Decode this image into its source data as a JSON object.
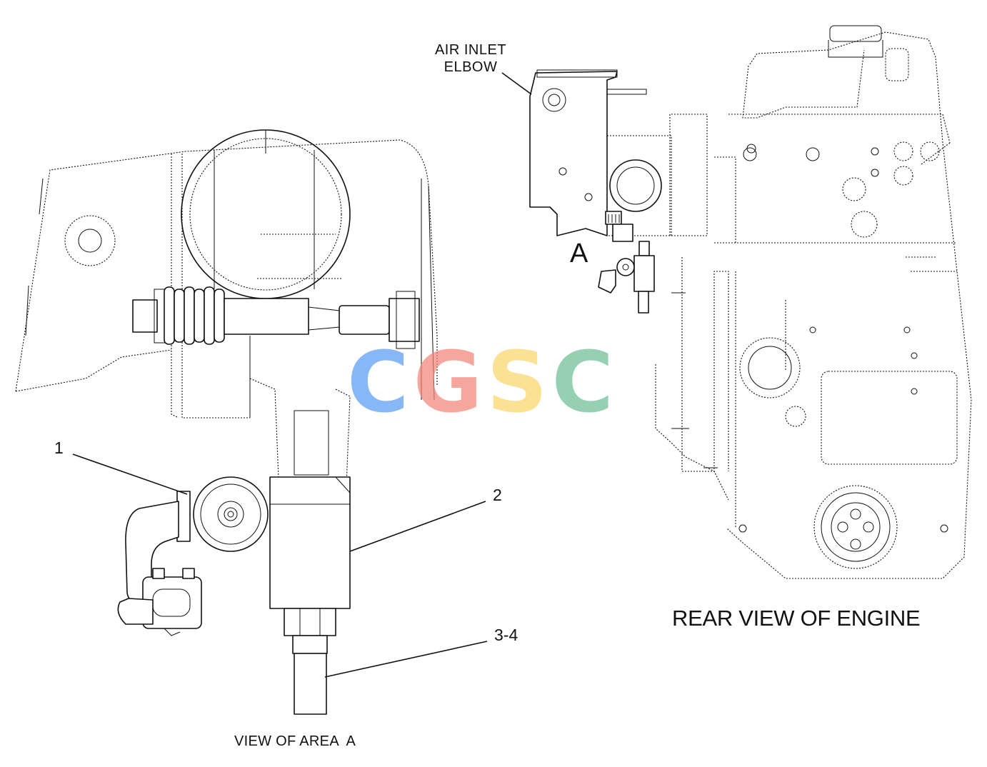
{
  "labels": {
    "air_inlet_line1": "AIR INLET",
    "air_inlet_line2": "ELBOW",
    "area_marker": "A",
    "callout_1": "1",
    "callout_2": "2",
    "callout_3_4": "3-4",
    "rear_view_title": "REAR VIEW OF ENGINE",
    "area_view_title": "VIEW OF AREA  A"
  },
  "watermark": {
    "letters": [
      "C",
      "G",
      "S",
      "C"
    ],
    "colors": [
      "#5b9cf6",
      "#f4847a",
      "#f9d66a",
      "#6dbf95"
    ]
  }
}
